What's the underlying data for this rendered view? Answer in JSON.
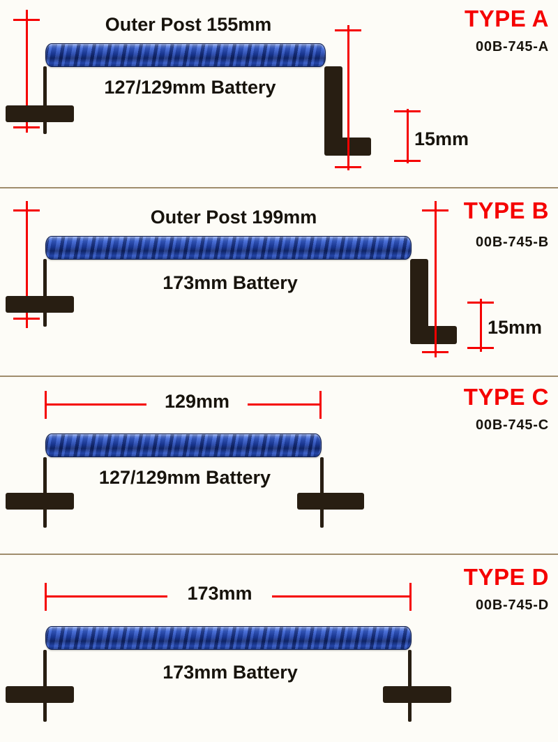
{
  "colors": {
    "page-bg": "#fdfcf7",
    "accent-red": "#f50000",
    "ink": "#17130c",
    "clamp-dark": "#281e12",
    "divider": "#a08d6d",
    "bar-blue": "#2a52c4"
  },
  "sections": [
    {
      "type_label": "TYPE A",
      "part_number": "00B-745-A",
      "outer_label": "Outer Post 155mm",
      "battery_label": "127/129mm Battery",
      "offset_label": "15mm"
    },
    {
      "type_label": "TYPE B",
      "part_number": "00B-745-B",
      "outer_label": "Outer Post 199mm",
      "battery_label": "173mm Battery",
      "offset_label": "15mm"
    },
    {
      "type_label": "TYPE C",
      "part_number": "00B-745-C",
      "outer_label": "129mm",
      "battery_label": "127/129mm Battery"
    },
    {
      "type_label": "TYPE D",
      "part_number": "00B-745-D",
      "outer_label": "173mm",
      "battery_label": "173mm Battery"
    }
  ]
}
